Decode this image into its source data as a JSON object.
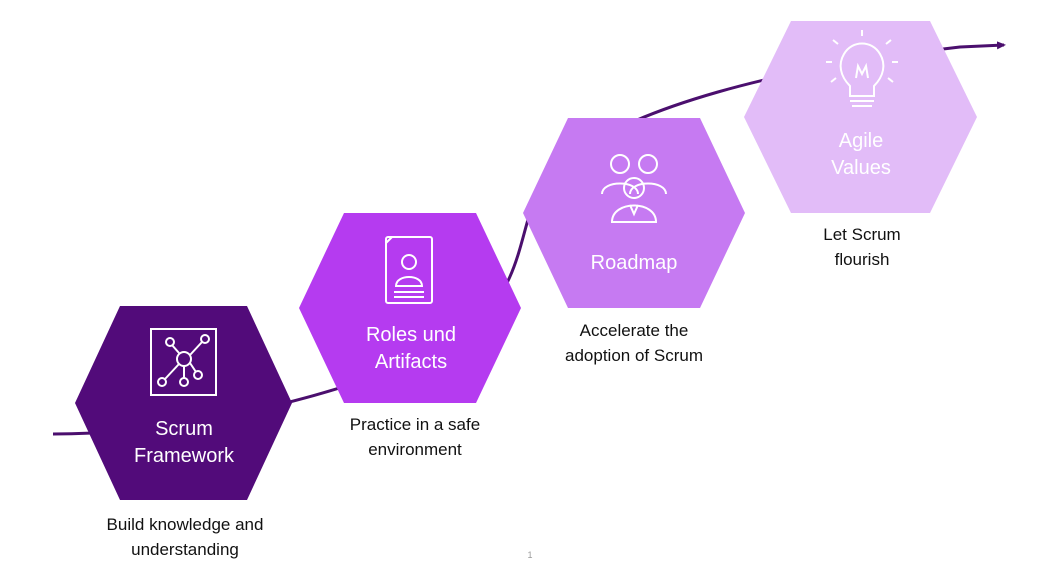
{
  "colors": {
    "curve": "#4b0f6e",
    "step1": "#520b7a",
    "step2": "#b53bf0",
    "step3": "#c67af2",
    "step4": "#e2bcf8",
    "icon_line": "#ffffff"
  },
  "steps": [
    {
      "title_line1": "Scrum",
      "title_line2": "Framework",
      "icon": "network-nodes-icon",
      "caption_line1": "Build knowledge and",
      "caption_line2": "understanding"
    },
    {
      "title_line1": "Roles und",
      "title_line2": "Artifacts",
      "icon": "id-card-icon",
      "caption_line1": "Practice in a safe",
      "caption_line2": "environment"
    },
    {
      "title_line1": "Roadmap",
      "icon": "team-people-icon",
      "caption_line1": "Accelerate the",
      "caption_line2": "adoption of Scrum"
    },
    {
      "title_line1": "Agile",
      "title_line2": "Values",
      "icon": "lightbulb-icon",
      "caption_line1": "Let Scrum",
      "caption_line2": "flourish"
    }
  ],
  "page_number": "1"
}
